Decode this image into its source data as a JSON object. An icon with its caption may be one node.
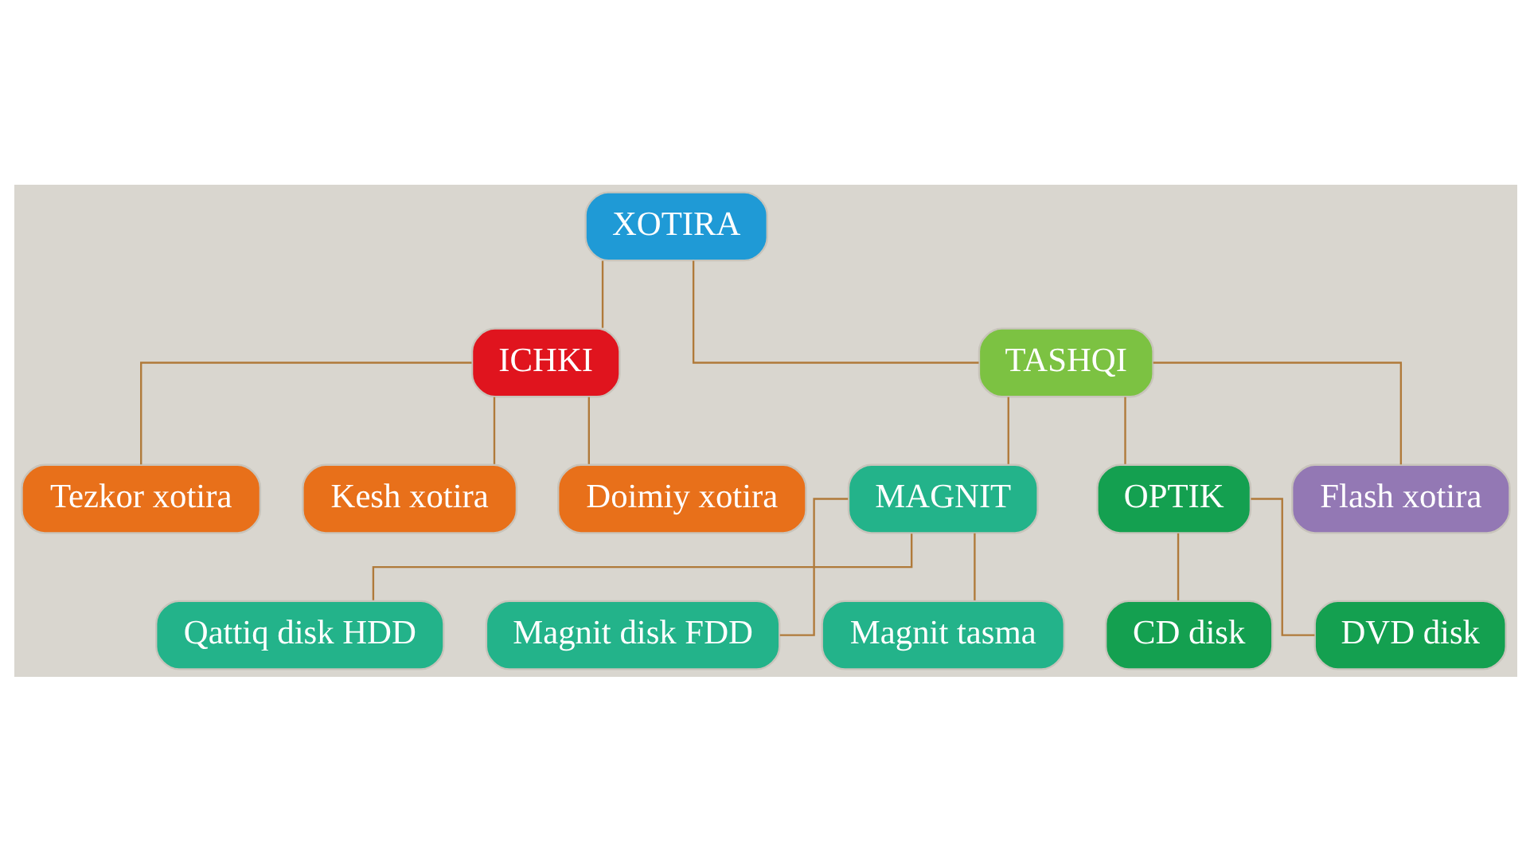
{
  "diagram": {
    "nodes": [
      {
        "text": [
          "XOTIRA"
        ]
      },
      {
        "text": [
          "ICHKI"
        ]
      },
      {
        "text": [
          "TASHQI"
        ]
      },
      {
        "text": [
          "Tezkor xotira"
        ]
      },
      {
        "text": [
          "Kesh xotira"
        ]
      },
      {
        "text": [
          "Doimiy xotira"
        ]
      },
      {
        "text": [
          "MAGNIT"
        ]
      },
      {
        "text": [
          "OPTIK"
        ]
      },
      {
        "text": [
          "Flash xotira"
        ]
      },
      {
        "text": [
          "Qattiq disk HDD"
        ]
      },
      {
        "text": [
          "Magnit disk FDD"
        ]
      },
      {
        "text": [
          "Magnit tasma"
        ]
      },
      {
        "text": [
          "CD disk"
        ]
      },
      {
        "text": [
          "DVD disk"
        ]
      }
    ],
    "edges": [
      {
        "from": 0,
        "to": 1,
        "arrow": "none"
      },
      {
        "from": 0,
        "to": 2,
        "arrow": "none"
      },
      {
        "from": 1,
        "to": 3,
        "arrow": "none"
      },
      {
        "from": 1,
        "to": 4,
        "arrow": "none"
      },
      {
        "from": 1,
        "to": 5,
        "arrow": "none"
      },
      {
        "from": 2,
        "to": 6,
        "arrow": "none"
      },
      {
        "from": 2,
        "to": 7,
        "arrow": "none"
      },
      {
        "from": 2,
        "to": 8,
        "arrow": "none"
      },
      {
        "from": 6,
        "to": 9,
        "arrow": "none"
      },
      {
        "from": 6,
        "to": 10,
        "arrow": "none"
      },
      {
        "from": 6,
        "to": 11,
        "arrow": "none"
      },
      {
        "from": 7,
        "to": 12,
        "arrow": "none"
      },
      {
        "from": 7,
        "to": 13,
        "arrow": "none"
      }
    ]
  }
}
